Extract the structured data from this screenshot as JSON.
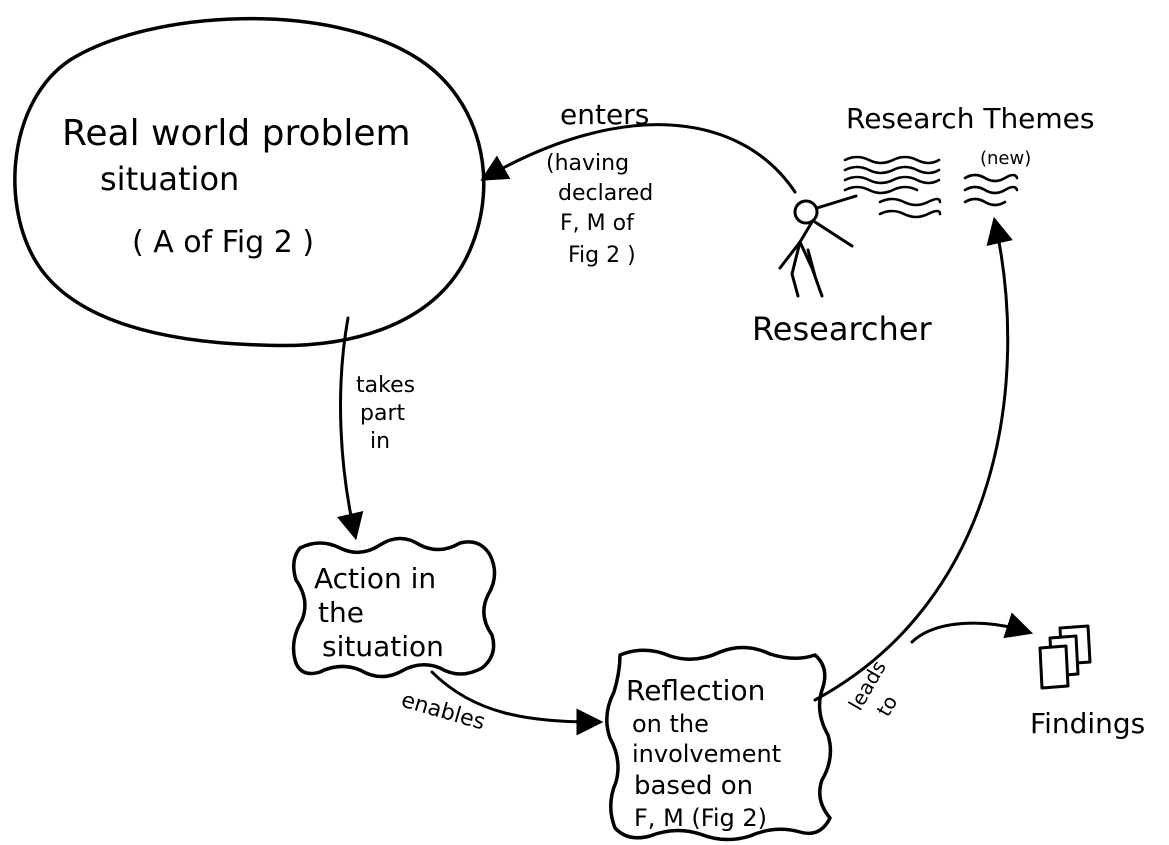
{
  "problem": {
    "line1": "Real world problem",
    "line2": "situation",
    "line3": "( A of Fig 2 )"
  },
  "enters": {
    "label": "enters",
    "note1": "(having",
    "note2": "declared",
    "note3": "F, M of",
    "note4": "Fig 2 )"
  },
  "themes": {
    "title": "Research Themes",
    "new": "(new)"
  },
  "researcher": {
    "label": "Researcher"
  },
  "takes_part": {
    "line1": "takes",
    "line2": "part",
    "line3": "in"
  },
  "action": {
    "line1": "Action in",
    "line2": "the",
    "line3": "situation"
  },
  "enables": {
    "label": "enables"
  },
  "reflection": {
    "line1": "Reflection",
    "line2": "on the",
    "line3": "involvement",
    "line4": "based on",
    "line5": "F, M (Fig 2)"
  },
  "leads_to": {
    "line1": "leads",
    "line2": "to"
  },
  "findings": {
    "label": "Findings"
  }
}
